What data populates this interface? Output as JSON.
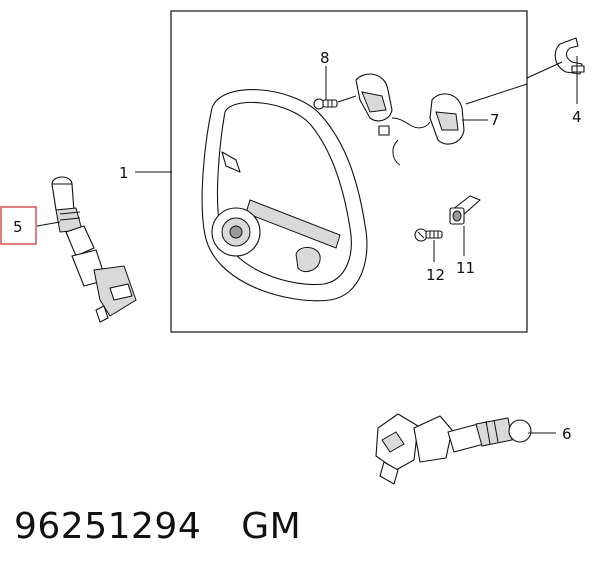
{
  "callouts": {
    "c1": "1",
    "c4": "4",
    "c5": "5",
    "c6": "6",
    "c7": "7",
    "c8": "8",
    "c11": "11",
    "c12": "12"
  },
  "highlight_color": "#d9534f",
  "caption": {
    "part_number": "96251294",
    "brand": "GM"
  }
}
